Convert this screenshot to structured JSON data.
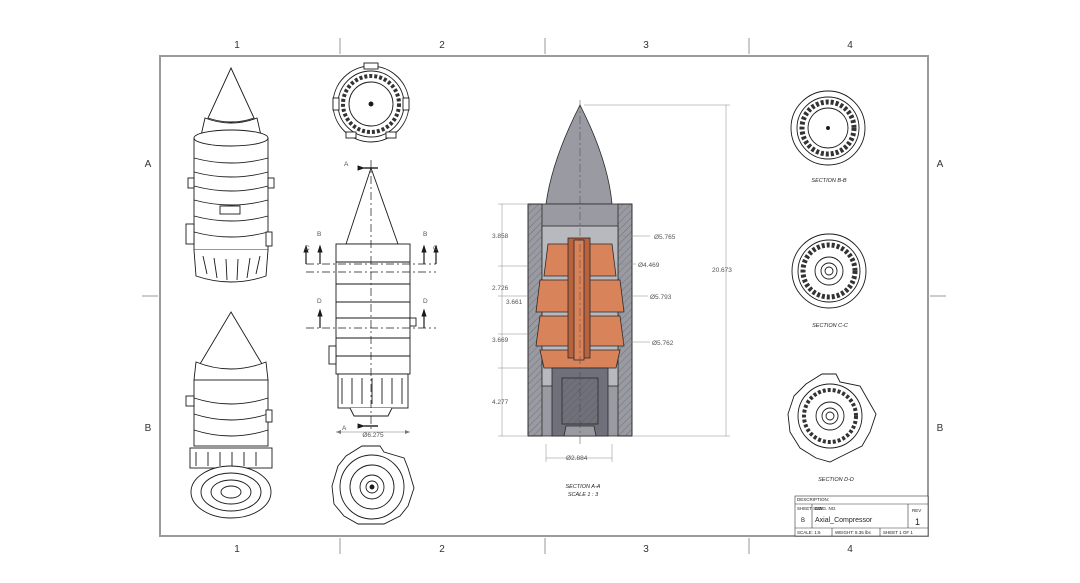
{
  "zones": {
    "columns": [
      "1",
      "2",
      "3",
      "4"
    ],
    "rows": [
      "A",
      "B"
    ]
  },
  "section_markers": {
    "a_top": "A",
    "a_bottom": "A",
    "b_left": "B",
    "b_right": "B",
    "c_left": "C",
    "c_right": "C",
    "d_left": "D",
    "d_right": "D"
  },
  "dimensions": {
    "front_width": "Ø6.275",
    "height_1": "3.858",
    "height_2": "2.726",
    "height_3": "3.661",
    "height_4": "3.669",
    "height_5": "4.277",
    "dia_1": "Ø5.765",
    "dia_2": "Ø4.469",
    "dia_3": "Ø5.793",
    "dia_4": "Ø5.762",
    "overall_height": "20.673",
    "bottom_dia": "Ø2.884"
  },
  "captions": {
    "section_aa": "SECTION A-A",
    "scale": "SCALE 1 : 3",
    "section_bb": "SECTION B-B",
    "section_cc": "SECTION C-C",
    "section_dd": "SECTION D-D"
  },
  "title_block": {
    "description_label": "DESCRIPTION:",
    "size_label": "SHEET SIZE",
    "size": "B",
    "dwg_label": "DWG. NO.",
    "dwg_no": "Axial_Compressor",
    "rev_label": "REV",
    "rev": "1",
    "scale": "SCALE: 1:6",
    "weight": "WEIGHT: 8.35 lbs",
    "sheet": "SHEET 1 OF 1"
  },
  "colors": {
    "line": "#1a1a1a",
    "border": "#9a9a9a",
    "section_grey": "#9a9aa3",
    "section_dark": "#6f7079",
    "copper": "#d9835b",
    "copper_dark": "#b9623e"
  }
}
